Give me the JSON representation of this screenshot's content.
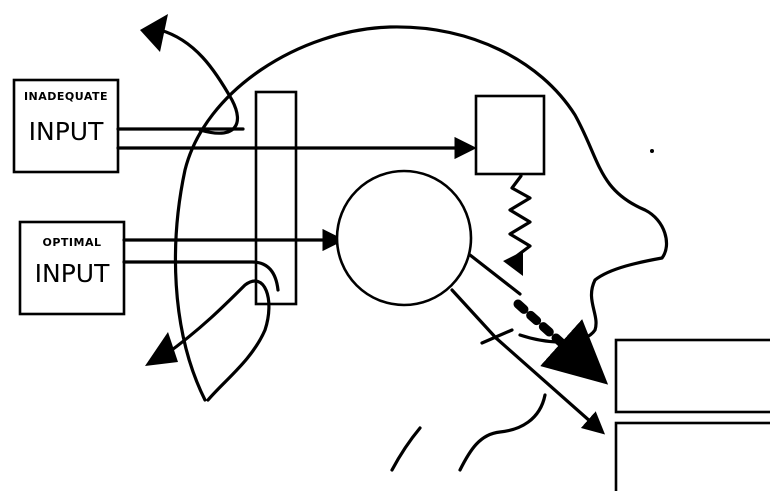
{
  "diagram": {
    "boxes": {
      "inadequate": {
        "line1": "INADEQUATE",
        "line2": "INPUT"
      },
      "optimal": {
        "line1": "OPTIMAL",
        "line2": "INPUT"
      }
    },
    "colors": {
      "ink": "#000000",
      "background": "#ffffff"
    }
  }
}
